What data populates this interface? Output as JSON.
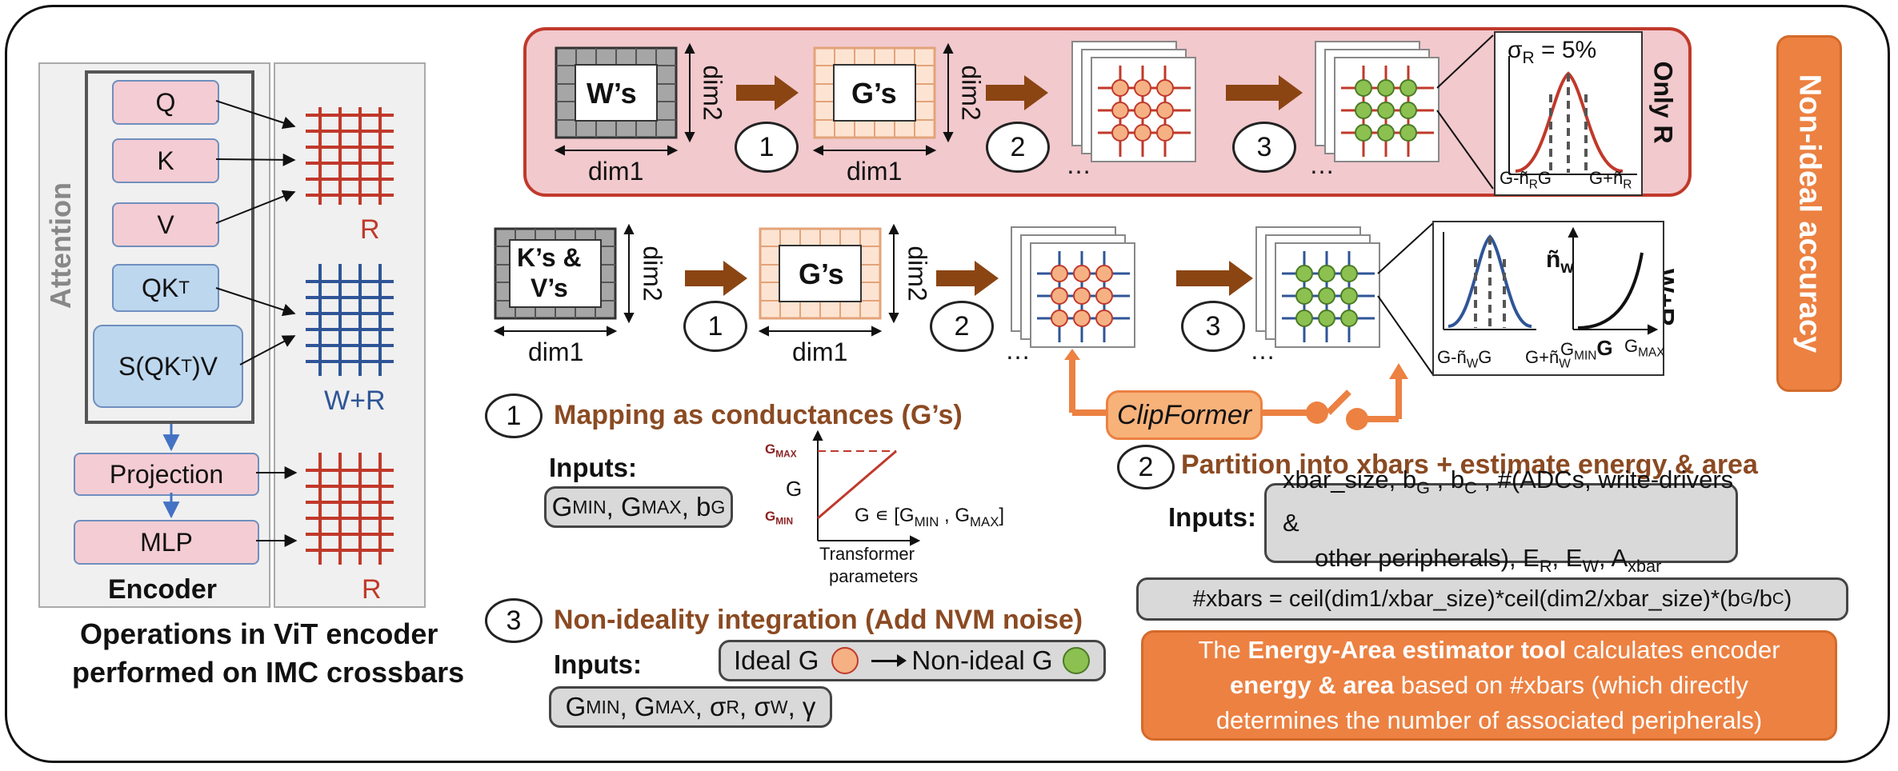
{
  "encoder": {
    "side_label": "Attention",
    "blocks": [
      "Q",
      "K",
      "V",
      "QK",
      "S(QK",
      "Projection",
      "MLP"
    ],
    "qkt_sup": "T",
    "sqkv_sup": "T",
    "sqkv_tail": ")V",
    "encoder_label": "Encoder",
    "xbar_labels": [
      "R",
      "W+R",
      "R"
    ],
    "caption_line1": "Operations in ViT encoder",
    "caption_line2": "performed on IMC crossbars"
  },
  "top_row": {
    "matrix1": "W’s",
    "matrix2": "G’s",
    "dim1": "dim1",
    "dim2": "dim2",
    "steps": [
      "1",
      "2",
      "3"
    ],
    "dots": "…",
    "sigma_label": "σ",
    "sigma_sub": "R",
    "sigma_value": " = 5%",
    "gauss_left": "G-ñ",
    "gauss_left_sub": "R",
    "gauss_left_tail": "G",
    "gauss_right": "G+ñ",
    "gauss_right_sub": "R",
    "side_label": "Only R"
  },
  "mid_row": {
    "matrix1_line1": "K’s &",
    "matrix1_line2": "V’s",
    "matrix2": "G’s",
    "dim1": "dim1",
    "dim2": "dim2",
    "steps": [
      "1",
      "2",
      "3"
    ],
    "dots": "…",
    "gauss_left": "G-ñ",
    "gauss_left_sub": "W",
    "gauss_left_tail": "G",
    "gauss_right": "G+ñ",
    "gauss_right_sub": "W",
    "nw_label": "ñ",
    "nw_sub": "w",
    "gmin": "G",
    "gmin_sub": "MIN",
    "gmin_bold": "G",
    "gmax": "G",
    "gmax_sub": "MAX",
    "side_label": "W+R"
  },
  "nonideal": "Non-ideal accuracy",
  "clipformer": "ClipFormer",
  "step1": {
    "num": "1",
    "title": "Mapping as conductances (G’s)",
    "inputs_label": "Inputs:",
    "inputs_pill": [
      "G",
      "MIN",
      " , G",
      "MAX",
      ", b",
      "G"
    ],
    "graph_gmax": "G",
    "graph_gmax_sub": "MAX",
    "graph_gmin": "G",
    "graph_gmin_sub": "MIN",
    "graph_g": "G",
    "graph_range": "G ∊ [G",
    "graph_range_sub1": "MIN",
    "graph_range_mid": " , G",
    "graph_range_sub2": "MAX",
    "graph_range_end": "]",
    "graph_x_line1": "Transformer",
    "graph_x_line2": "parameters"
  },
  "step2": {
    "num": "2",
    "title": "Partition into xbars + estimate energy & area",
    "inputs_label": "Inputs:",
    "line1": "xbar_size, b",
    "line1_sub1": "G",
    "line1_mid": " , b",
    "line1_sub2": "C",
    "line1_end": " , #(ADCs, write-drivers &",
    "line2": "other peripherals), E",
    "line2_sub1": "R",
    "line2_mid1": ", E",
    "line2_sub2": "W",
    "line2_mid2": ", A",
    "line2_sub3": "xbar",
    "formula": "#xbars = ceil(dim1/xbar_size)*ceil(dim2/xbar_size)*(b",
    "formula_sub1": "G",
    "formula_mid": "/b",
    "formula_sub2": "C",
    "formula_end": ")",
    "estimator_pre": "The ",
    "estimator_bold1": "Energy-Area estimator tool",
    "estimator_mid1": " calculates encoder",
    "estimator_bold2": "energy & area",
    "estimator_mid2": " based on #xbars (which directly",
    "estimator_line3": "determines the number of associated peripherals)"
  },
  "step3": {
    "num": "3",
    "title": "Non-ideality integration (Add NVM noise)",
    "inputs_label": "Inputs:",
    "ideal": "Ideal G",
    "nonideal": "Non-ideal G",
    "pill2": [
      "G",
      "MIN",
      " , G",
      "MAX",
      ", σ",
      "R",
      " , σ",
      "W",
      " , γ"
    ]
  },
  "colors": {
    "red_panel": "#f2c9cd",
    "red_border": "#c0392b",
    "blue_panel": "#bcd3ee",
    "blue_border": "#2f5597",
    "orange": "#ec8142",
    "brown_arrow": "#8b4513",
    "xbar_red": "#c0392b",
    "xbar_blue": "#2f5597",
    "pink_block": "#f4ccd3",
    "blue_block": "#bdd7ee",
    "node_orange": "#f5b183",
    "node_green": "#8cc152"
  }
}
